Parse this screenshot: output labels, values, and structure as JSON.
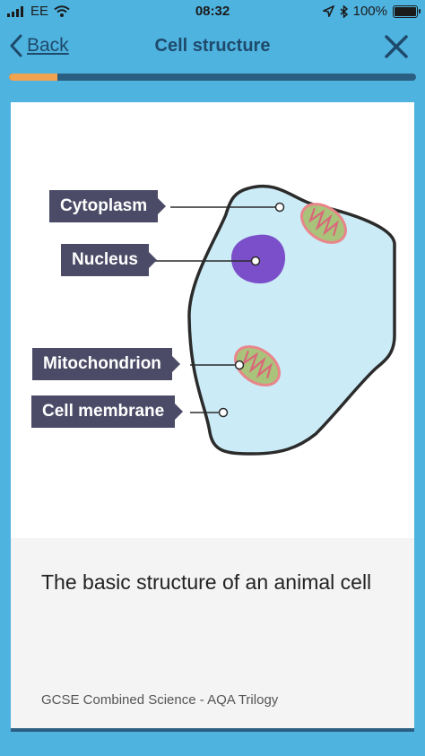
{
  "status": {
    "carrier": "EE",
    "time": "08:32",
    "battery": "100%"
  },
  "header": {
    "back_label": "Back",
    "title": "Cell structure",
    "progress": 0.12
  },
  "diagram": {
    "labels": {
      "cytoplasm": "Cytoplasm",
      "nucleus": "Nucleus",
      "mitochondrion": "Mitochondrion",
      "cell_membrane": "Cell membrane"
    },
    "colors": {
      "cytoplasm": "#cbebf6",
      "membrane": "#2b2b2b",
      "nucleus": "#7b4fc9",
      "mito_fill": "#a9c47a",
      "mito_edge": "#e8868a",
      "label_bg": "#4b4b67"
    }
  },
  "caption": "The basic structure of an animal cell",
  "subject": "GCSE Combined Science - AQA Trilogy",
  "theme": {
    "background": "#4fb3e0",
    "accent": "#f0a350",
    "nav_text": "#1e4a6b"
  }
}
